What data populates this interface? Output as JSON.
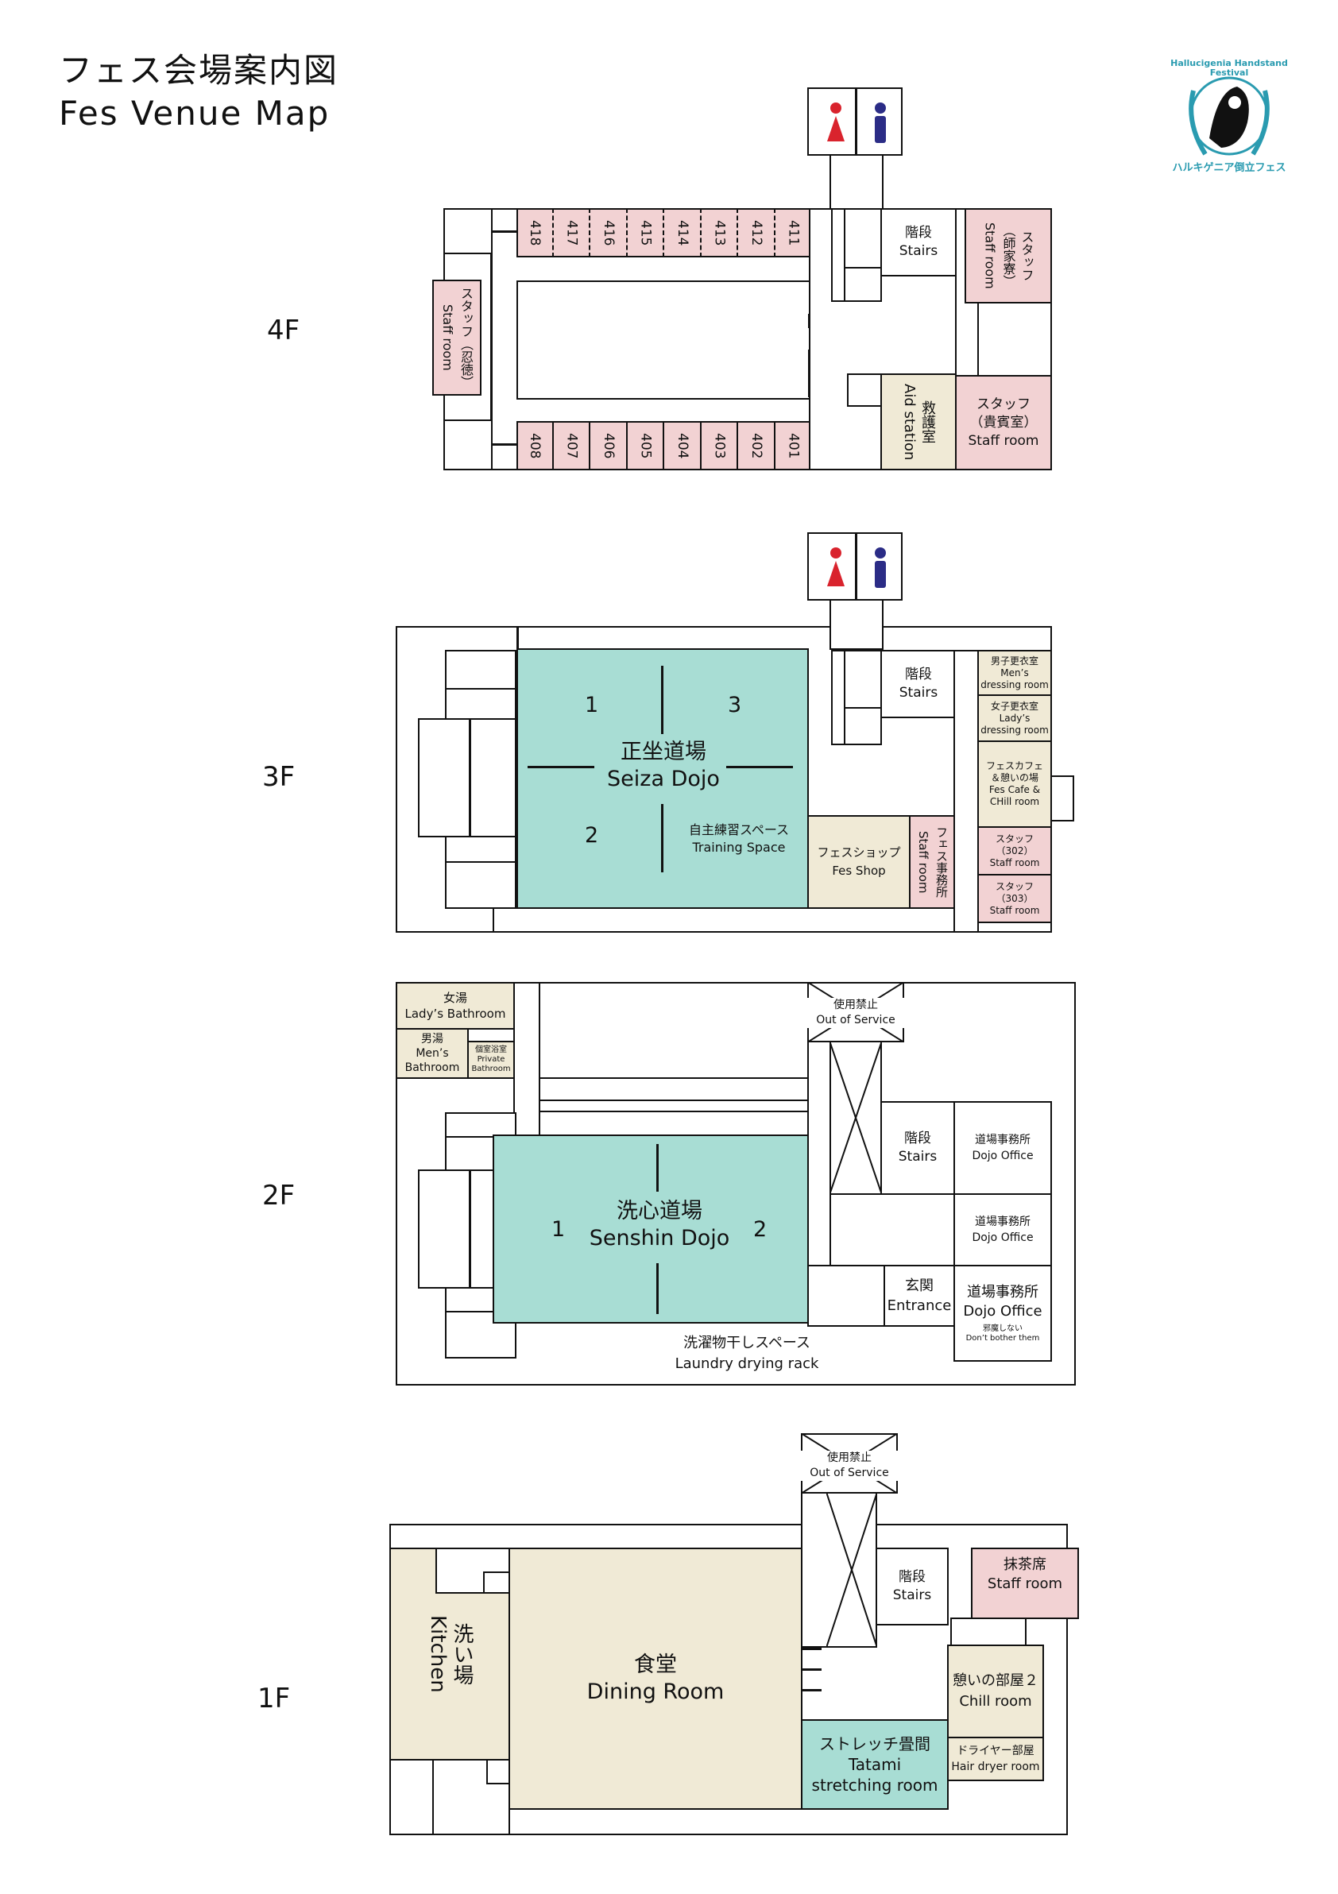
{
  "title": {
    "ja": "フェス会場案内図",
    "en": "Fes Venue Map"
  },
  "floors": {
    "f4": "4F",
    "f3": "3F",
    "f2": "2F",
    "f1": "1F"
  },
  "logo": {
    "text": "Hallucigenia Handstand Festival",
    "ja": "ハルキゲニア倒立フェス"
  },
  "colors": {
    "pink": "#f2d2d3",
    "beige": "#f0ead6",
    "teal": "#a8ddd4",
    "female": "#d9232d",
    "male": "#2b2c86"
  },
  "icons": {
    "female": "female-restroom-icon",
    "male": "male-restroom-icon"
  },
  "f4": {
    "rooms_top": [
      "418",
      "417",
      "416",
      "415",
      "414",
      "413",
      "412",
      "411"
    ],
    "rooms_bottom": [
      "408",
      "407",
      "406",
      "405",
      "404",
      "403",
      "402",
      "401"
    ],
    "stairs": "階段\nStairs",
    "staff_shike": "スタッフ\n（師家寮）\nStaff room",
    "staff_nintoku": "スタッフ（忍徳）\nStaff room",
    "aid": "救護室\nAid station",
    "staff_kihin": "スタッフ\n（貴賓室）\nStaff room"
  },
  "f3": {
    "dojo": "正坐道場\nSeiza Dojo",
    "n1": "1",
    "n2": "2",
    "n3": "3",
    "training": "自主練習スペース\nTraining Space",
    "stairs": "階段\nStairs",
    "shop": "フェスショップ\nFes Shop",
    "office": "フェス事務所\nStaff room",
    "mens": "男子更衣室\nMen’s\ndressing room",
    "ladys": "女子更衣室\nLady’s\ndressing room",
    "cafe": "フェスカフェ\n＆憩いの場\nFes Cafe &\nCHill room",
    "staff302": "スタッフ\n（302）\nStaff room",
    "staff303": "スタッフ\n（303）\nStaff room"
  },
  "f2": {
    "ladys_bath": "女湯\nLady’s Bathroom",
    "mens_bath": "男湯\nMen’s\nBathroom",
    "private_bath": "個室浴室\nPrivate\nBathroom",
    "oos": "使用禁止\nOut of Service",
    "stairs": "階段\nStairs",
    "dojo": "洗心道場\nSenshin Dojo",
    "n1": "1",
    "n2": "2",
    "office1": "道場事務所\nDojo Office",
    "office2": "道場事務所\nDojo Office",
    "office3": "道場事務所\nDojo Office",
    "office3_note": "邪魔しない\nDon’t bother them",
    "entrance": "玄関\nEntrance",
    "laundry": "洗濯物干しスペース\nLaundry drying rack"
  },
  "f1": {
    "oos": "使用禁止\nOut of Service",
    "stairs": "階段\nStairs",
    "kitchen": "洗い場\nKitchen",
    "dining": "食堂\nDining Room",
    "matcha": "抹茶席\nStaff room",
    "chill": "憩いの部屋２\nChill room",
    "dryer": "ドライヤー部屋\nHair dryer room",
    "tatami": "ストレッチ畳間\nTatami\nstretching room"
  }
}
